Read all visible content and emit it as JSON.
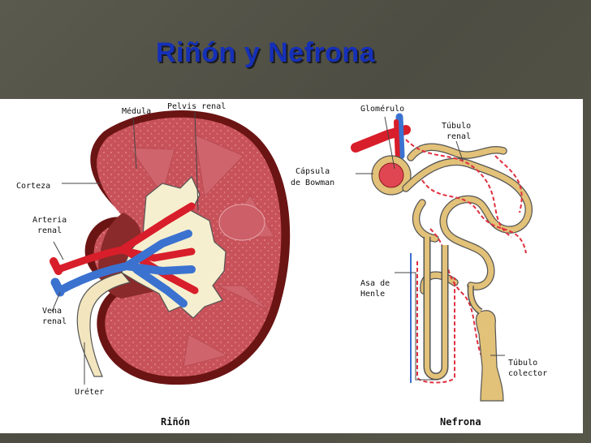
{
  "title": "Riñón y Nefrona",
  "kidney": {
    "caption": "Riñón",
    "labels": {
      "medula": "Médula",
      "pelvis": "Pelvis renal",
      "corteza": "Corteza",
      "arteria_1": "Arteria",
      "arteria_2": "renal",
      "vena_1": "Vena",
      "vena_2": "renal",
      "ureter": "Uréter"
    }
  },
  "nephron": {
    "caption": "Nefrona",
    "labels": {
      "glomerulo": "Glomérulo",
      "tubulo_renal_1": "Túbulo",
      "tubulo_renal_2": "renal",
      "capsula_1": "Cápsula",
      "capsula_2": "de Bowman",
      "asa_1": "Asa de",
      "asa_2": "Henle",
      "colector_1": "Túbulo",
      "colector_2": "colector"
    }
  },
  "colors": {
    "title": "#1530b8",
    "cortex": "#c8525a",
    "capsule": "#6b1414",
    "artery": "#d81e2a",
    "vein": "#3b72d0",
    "tubule": "#e2c178"
  }
}
